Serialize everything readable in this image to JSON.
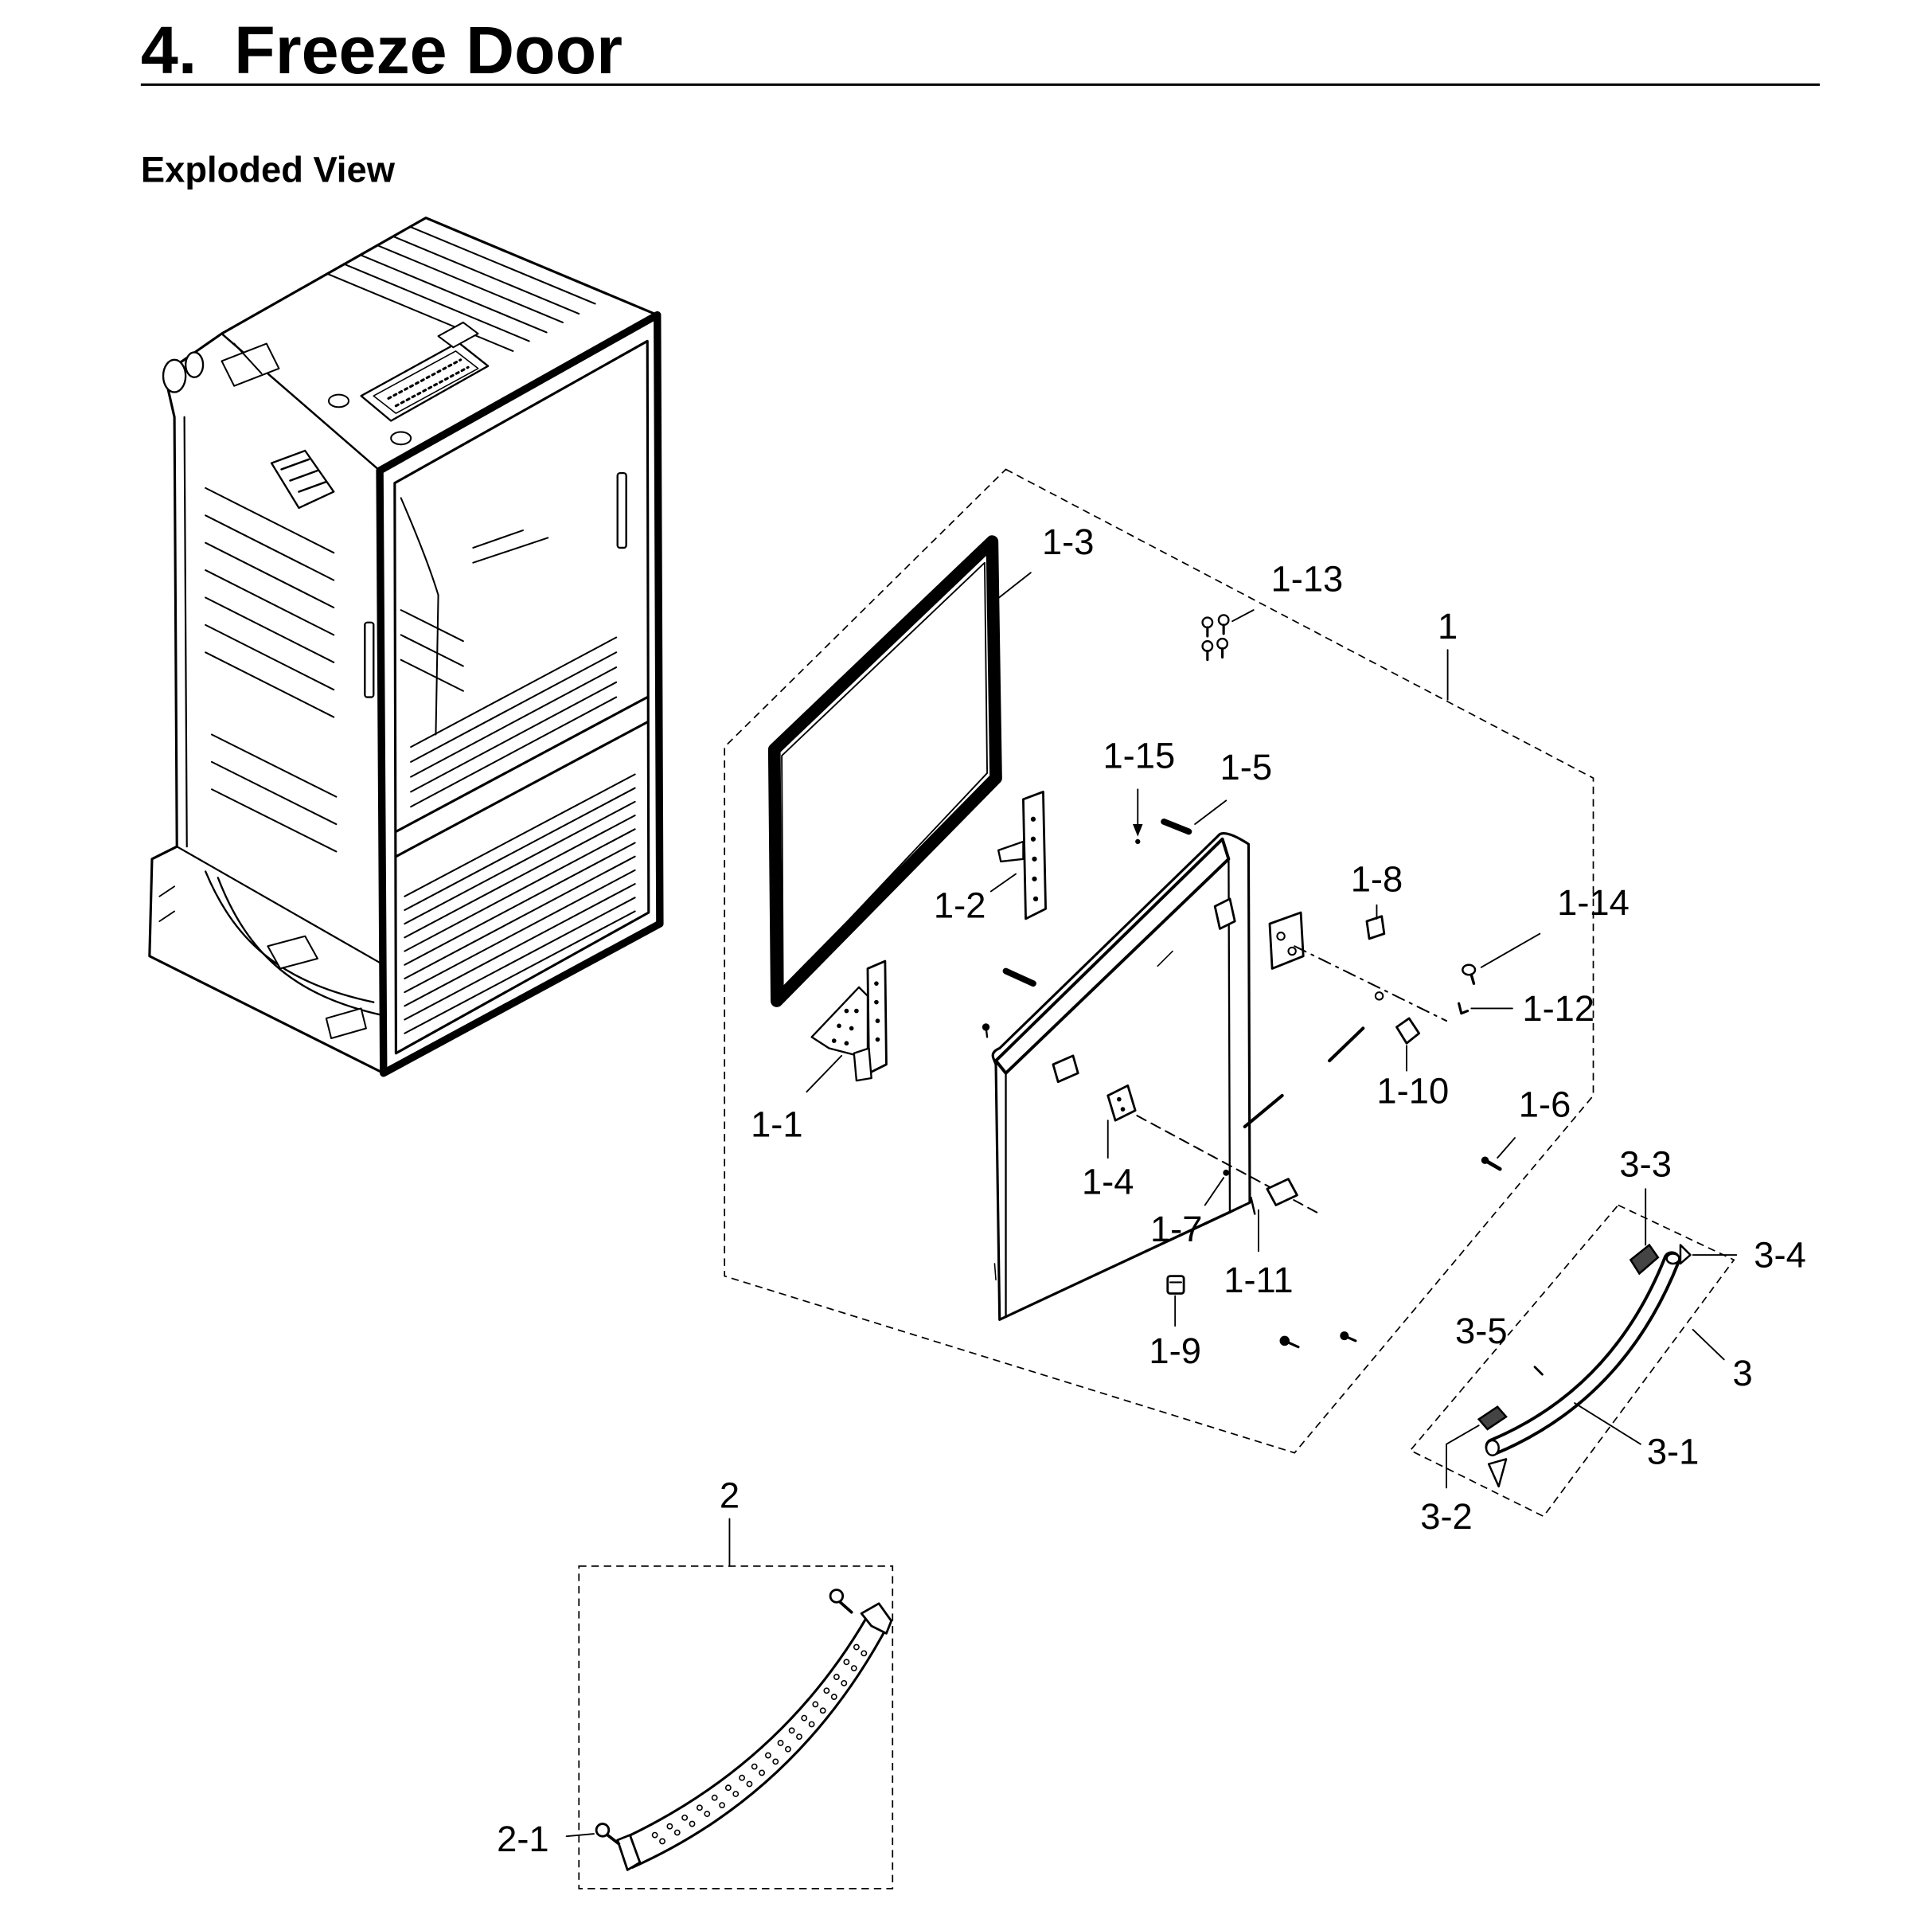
{
  "title": "4.  Freeze Door",
  "subtitle": "Exploded View",
  "callouts": [
    {
      "label": "1-3"
    },
    {
      "label": "1-13"
    },
    {
      "label": "1"
    },
    {
      "label": "1-15"
    },
    {
      "label": "1-5"
    },
    {
      "label": "1-8"
    },
    {
      "label": "1-14"
    },
    {
      "label": "1-2"
    },
    {
      "label": "1-12"
    },
    {
      "label": "1-10"
    },
    {
      "label": "1-6"
    },
    {
      "label": "1-1"
    },
    {
      "label": "3-3"
    },
    {
      "label": "1-4"
    },
    {
      "label": "1-7"
    },
    {
      "label": "3-4"
    },
    {
      "label": "1-11"
    },
    {
      "label": "3-5"
    },
    {
      "label": "1-9"
    },
    {
      "label": "3"
    },
    {
      "label": "3-1"
    },
    {
      "label": "3-2"
    },
    {
      "label": "2"
    },
    {
      "label": "2-1"
    }
  ]
}
